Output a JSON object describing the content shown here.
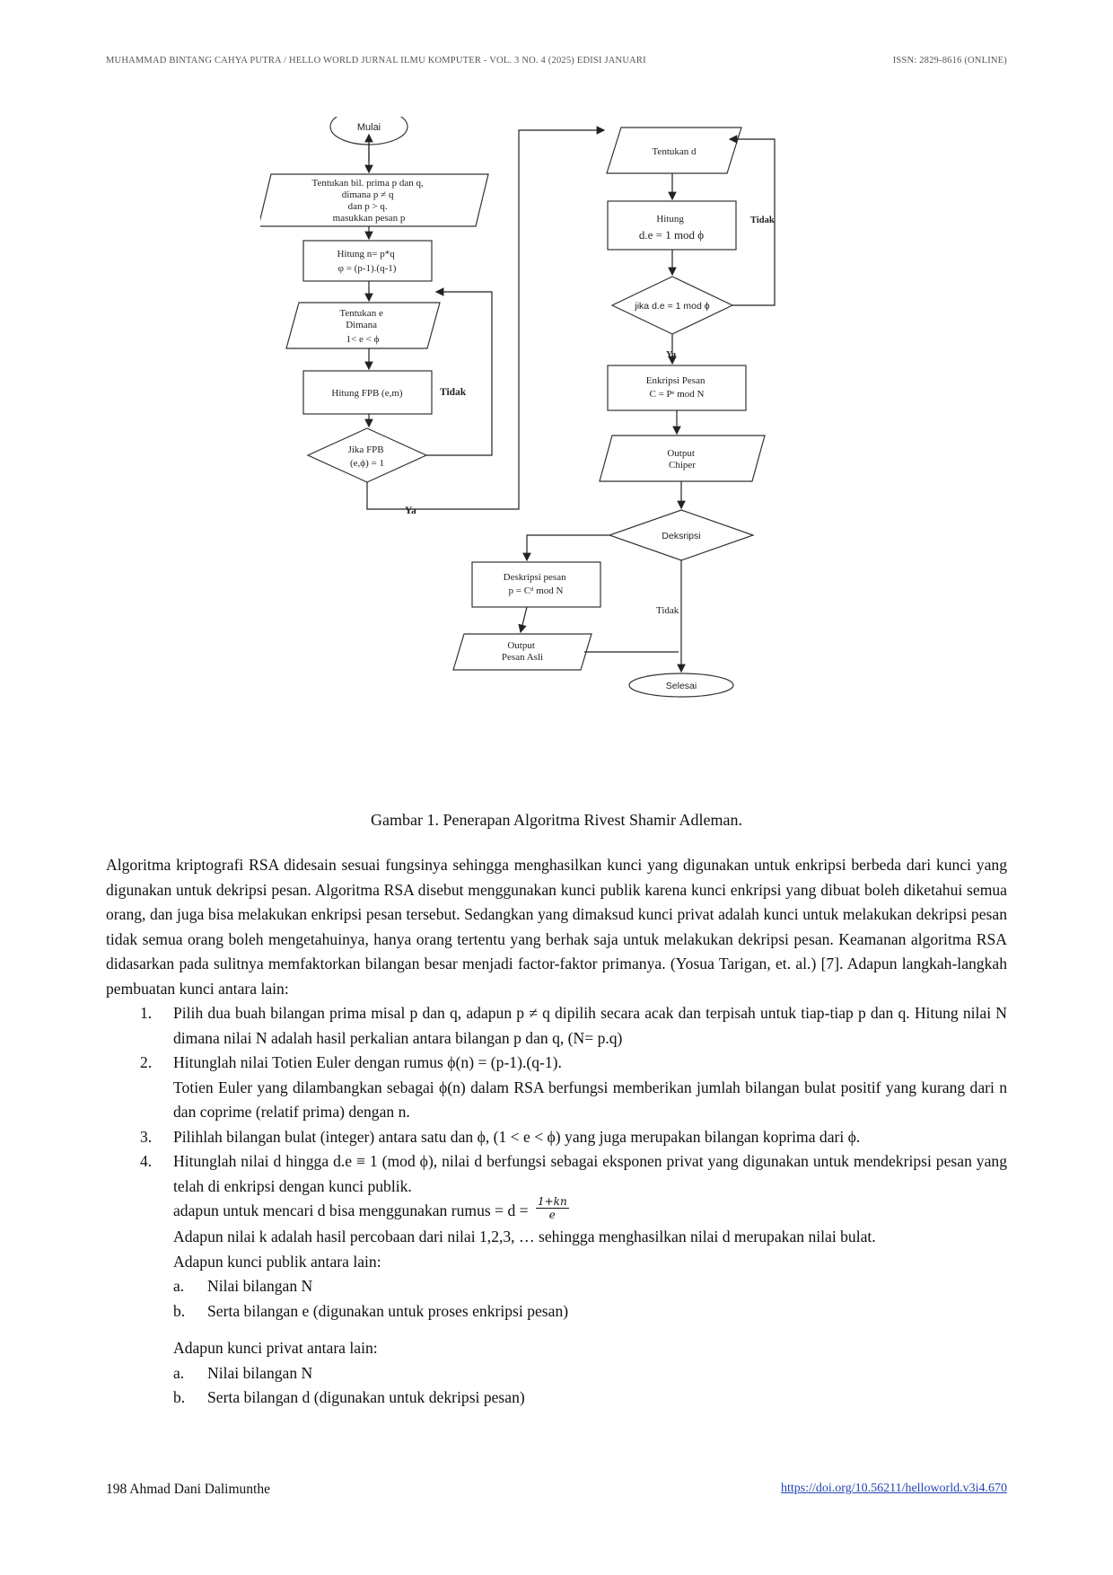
{
  "header": {
    "left": "MUHAMMAD BINTANG CAHYA PUTRA / HELLO WORLD JURNAL ILMU KOMPUTER - VOL. 3 NO. 4 (2025) EDISI JANUARI",
    "right": "ISSN: 2829-8616 (ONLINE)"
  },
  "figure": {
    "start": "Mulai",
    "input_pq": [
      "Tentukan bil. prima p dan q,",
      "dimana p ≠ q",
      "dan p > q.",
      "masukkan pesan p"
    ],
    "hitung_n": [
      "Hitung n= p*q",
      "φ = (p-1).(q-1)"
    ],
    "tentukan_e": [
      "Tentukan e",
      "Dimana",
      "1< e < ϕ"
    ],
    "hitung_fpb": "Hitung FPB (e,m)",
    "jika_fpb": [
      "Jika FPB",
      "(e,ϕ) = 1"
    ],
    "tidak_left": "Tidak",
    "ya_left": "Ya",
    "tentukan_d": "Tentukan d",
    "hitung_de": [
      "Hitung",
      "d.e = 1 mod ϕ"
    ],
    "jika_de": "jika d.e = 1 mod ϕ",
    "tidak_right": "Tidak",
    "ya_right": "Ya",
    "enkripsi": [
      "Enkripsi Pesan",
      "C = Pᵉ mod N"
    ],
    "output_chiper": [
      "Output",
      "Chiper"
    ],
    "deksripsi": "Deksripsi",
    "deskripsi_pesan": [
      "Deskripsi pesan",
      "p = Cᵈ mod N"
    ],
    "tidak_bottom": "Tidak",
    "output_asli": [
      "Output",
      "Pesan Asli"
    ],
    "end": "Selesai"
  },
  "caption": "Gambar 1. Penerapan Algoritma Rivest Shamir Adleman.",
  "intro": "Algoritma kriptografi RSA didesain sesuai fungsinya sehingga menghasilkan kunci yang digunakan untuk enkripsi berbeda dari kunci yang digunakan untuk dekripsi pesan. Algoritma RSA disebut menggunakan kunci publik karena kunci enkripsi yang dibuat boleh diketahui semua orang, dan juga bisa melakukan enkripsi pesan tersebut. Sedangkan yang dimaksud kunci privat adalah kunci untuk melakukan dekripsi pesan tidak semua orang boleh mengetahuinya, hanya orang tertentu yang berhak saja untuk melakukan dekripsi pesan. Keamanan algoritma RSA didasarkan pada sulitnya memfaktorkan bilangan besar menjadi factor-faktor primanya. (Yosua Tarigan, et. al.) [7]. Adapun langkah-langkah pembuatan kunci antara lain:",
  "steps": {
    "s1_num": "1.",
    "s1": "Pilih dua buah bilangan prima misal p dan q, adapun p ≠ q dipilih secara acak dan terpisah untuk tiap-tiap p dan q. Hitung nilai N dimana nilai N adalah hasil perkalian antara bilangan p dan q, (N= p.q)",
    "s2_num": "2.",
    "s2_line1": "Hitunglah nilai Totien Euler dengan rumus ϕ(n) = (p-1).(q-1).",
    "s2_line2": "Totien Euler yang dilambangkan sebagai ϕ(n) dalam RSA berfungsi memberikan jumlah bilangan bulat positif yang kurang dari n dan coprime (relatif prima) dengan n.",
    "s3_num": "3.",
    "s3": "Pilihlah bilangan bulat (integer) antara satu dan ϕ, (1 < e < ϕ) yang juga merupakan bilangan koprima dari ϕ.",
    "s4_num": "4.",
    "s4_line1": "Hitunglah nilai d hingga d.e ≡ 1 (mod ϕ), nilai d berfungsi sebagai eksponen privat yang digunakan untuk mendekripsi pesan yang telah di enkripsi dengan kunci publik.",
    "s4_formula_text": "adapun untuk mencari d bisa menggunakan rumus = d =",
    "s4_frac_num": "1+kn",
    "s4_frac_den": "e",
    "s4_line3": "Adapun nilai k adalah hasil percobaan dari nilai 1,2,3, … sehingga menghasilkan nilai d merupakan nilai bulat.",
    "public_title": "Adapun kunci publik antara lain:",
    "public_a_lt": "a.",
    "public_a": "Nilai bilangan N",
    "public_b_lt": "b.",
    "public_b": "Serta bilangan e (digunakan untuk proses enkripsi pesan)",
    "private_title": "Adapun kunci privat antara lain:",
    "private_a_lt": "a.",
    "private_a": "Nilai bilangan N",
    "private_b_lt": "b.",
    "private_b": "Serta bilangan d (digunakan untuk dekripsi pesan)"
  },
  "footer": {
    "left": "198  Ahmad Dani Dalimunthe",
    "right": "https://doi.org/10.56211/helloworld.v3i4.670"
  }
}
